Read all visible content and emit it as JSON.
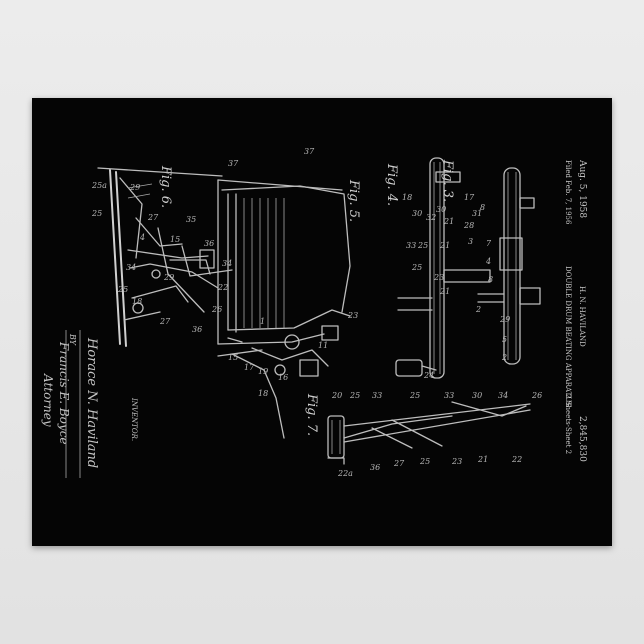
{
  "patent": {
    "date": "Aug. 5, 1958",
    "filed": "Filed Feb. 7, 1956",
    "inventor": "H. N. HAVILAND",
    "title": "DOUBLE DRUM BEATING APPARATUS",
    "number": "2,845,830",
    "sheets": "2 Sheets-Sheet 2"
  },
  "figures": {
    "fig3": "Fig. 3.",
    "fig4": "Fig. 4.",
    "fig5": "Fig. 5.",
    "fig6": "Fig. 6.",
    "fig7": "Fig. 7."
  },
  "signature": {
    "inventor_label": "INVENTOR.",
    "inventor_name": "Horace N. Haviland",
    "by": "BY",
    "attorney_name": "Francis E. Boyce",
    "attorney_label": "Attorney"
  },
  "colors": {
    "poster_background": "#050505",
    "line_art": "#bdbdbd",
    "wall": "#e4e4e4"
  }
}
